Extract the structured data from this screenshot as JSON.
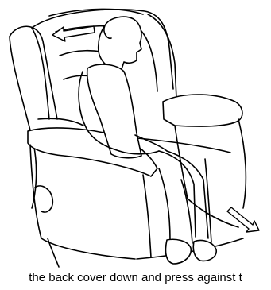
{
  "caption": "the back cover down and press against t",
  "figure": {
    "subject": "recliner-chair-with-seated-person",
    "arrows": [
      "back-push-arrow",
      "foot-push-arrow"
    ]
  }
}
